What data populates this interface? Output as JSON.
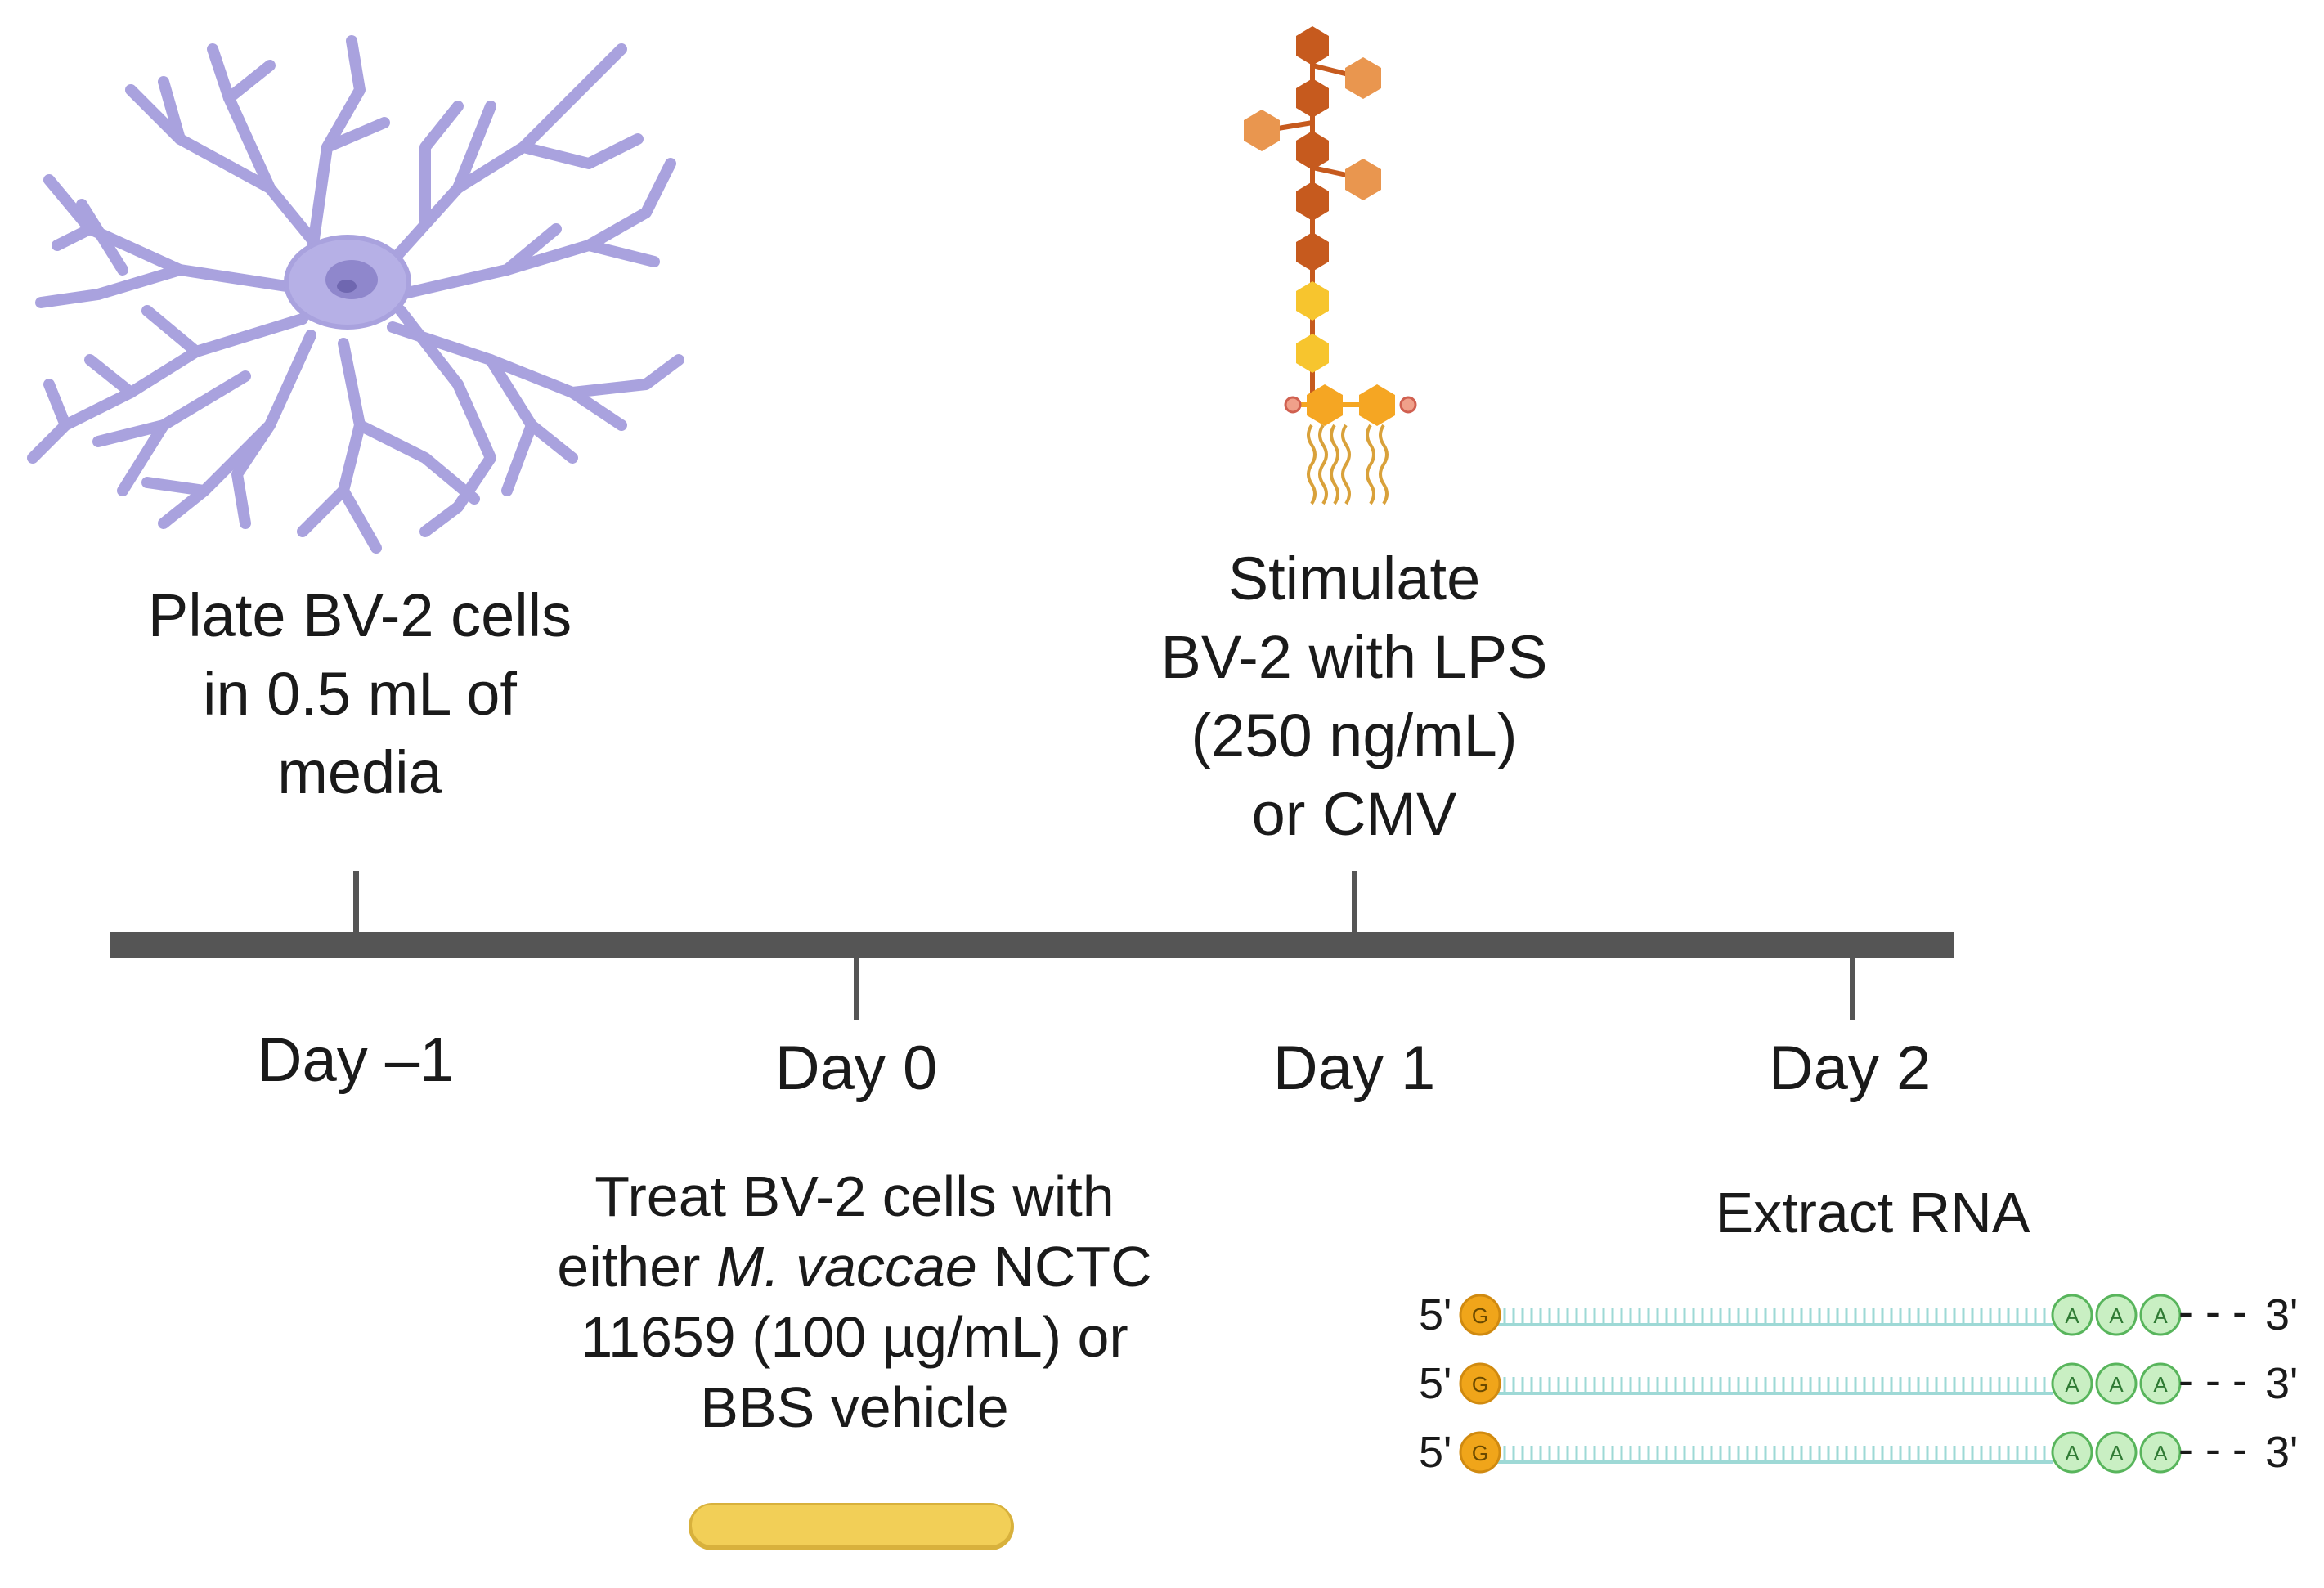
{
  "steps": {
    "plate": {
      "lines": [
        "Plate BV-2 cells",
        "in 0.5 mL of",
        "media"
      ]
    },
    "stimulate": {
      "lines": [
        "Stimulate",
        "BV-2 with LPS",
        "(250 ng/mL)",
        "or CMV"
      ]
    },
    "treat": {
      "line1": "Treat BV-2 cells with",
      "line2_pre": "either ",
      "line2_italic": "M. vaccae",
      "line2_post": " NCTC",
      "line3": "11659 (100 µg/mL)  or",
      "line4": "BBS vehicle"
    },
    "extract": {
      "title": "Extract RNA"
    }
  },
  "timeline": {
    "days": [
      "Day –1",
      "Day 0",
      "Day 1",
      "Day 2"
    ]
  },
  "rna": {
    "five_prime": "5'",
    "three_prime": "3'",
    "cap": "G",
    "tail": [
      "A",
      "A",
      "A"
    ],
    "tail_suffix": "- - -",
    "strand_count": 3
  },
  "colors": {
    "microglia": "#a9a2de",
    "microglia_body": "#b6b0e6",
    "nucleus": "#8a82c8",
    "lps_dark": "#c65a1e",
    "lps_light": "#e9964f",
    "lps_yellow": "#f7c52e",
    "lps_core": "#f5a623",
    "lps_tails": "#d9a13a",
    "timeline": "#555555",
    "bacterium": "#f2cf57",
    "bacterium_edge": "#d8b13c",
    "rna_strand": "#9ed9d6",
    "rna_cap": "#f0a51a",
    "poly_a": "#c9efc3",
    "poly_a_edge": "#58b55c"
  }
}
